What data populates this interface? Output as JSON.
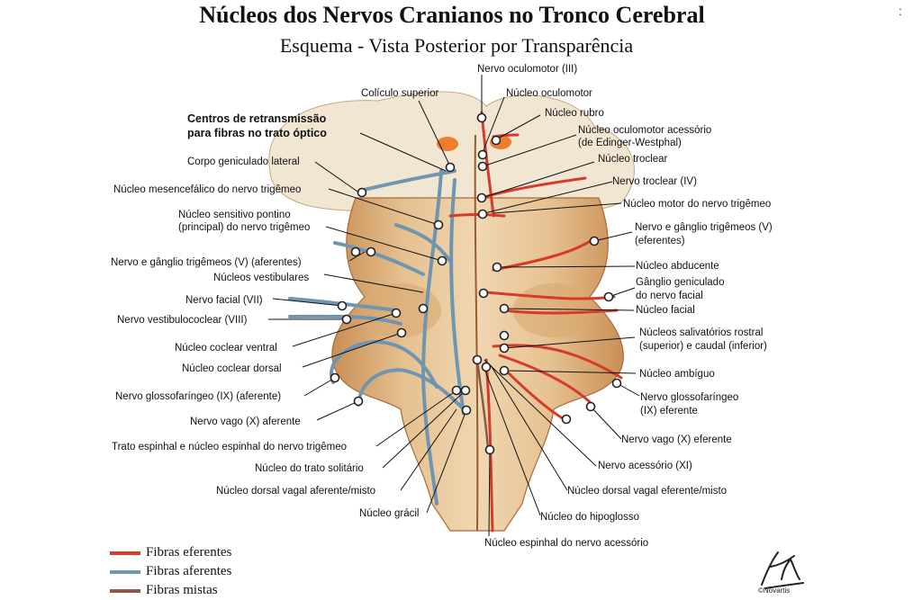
{
  "title": "Núcleos dos Nervos Cranianos no Tronco Cerebral",
  "subtitle": "Esquema - Vista Posterior por Transparência",
  "stray_mark": ":",
  "colors": {
    "efferent": "#d63a2a",
    "afferent": "#6f95b0",
    "mixed": "#8a5a47"
  },
  "labels_left": {
    "coliculo": "Colículo superior",
    "centros_1": "Centros de retransmissão",
    "centros_2": "para fibras no trato óptico",
    "corpo_geniculado": "Corpo geniculado lateral",
    "mesencefalico": "Núcleo mesencefálico do nervo trigêmeo",
    "sensitivo_1": "Núcleo sensitivo pontino",
    "sensitivo_2": "(principal) do nervo trigêmeo",
    "trigemeo_aferente": "Nervo e gânglio trigêmeos (V) (aferentes)",
    "vestibulares": "Núcleos vestibulares",
    "facial": "Nervo facial (VII)",
    "vestibulococlear": "Nervo vestibulococlear (VIII)",
    "coclear_ventral": "Núcleo coclear ventral",
    "coclear_dorsal": "Núcleo coclear dorsal",
    "glosso_aferente": "Nervo glossofaríngeo (IX) (aferente)",
    "vago_aferente": "Nervo vago (X) aferente",
    "trato_espinhal": "Trato espinhal e núcleo espinhal do nervo trigêmeo",
    "trato_solitario": "Núcleo do trato solitário",
    "dorsal_vagal_aferente": "Núcleo dorsal vagal aferente/misto",
    "gracil": "Núcleo grácil"
  },
  "labels_right": {
    "oculomotor_nervo": "Nervo oculomotor (III)",
    "oculomotor_nucleo": "Núcleo oculomotor",
    "rubro": "Núcleo rubro",
    "acessorio_1": "Núcleo oculomotor acessório",
    "acessorio_2": "(de Edinger-Westphal)",
    "troclear_nucleo": "Núcleo troclear",
    "troclear_nervo": "Nervo troclear (IV)",
    "motor_trigemeo": "Núcleo motor do nervo trigêmeo",
    "trigemeo_ef_1": "Nervo e gânglio trigêmeos (V)",
    "trigemeo_ef_2": "(eferentes)",
    "abducente": "Núcleo abducente",
    "ganglio_1": "Gânglio geniculado",
    "ganglio_2": "do nervo facial",
    "nucleo_facial": "Núcleo facial",
    "salivatorios_1": "Núcleos salivatórios rostral",
    "salivatorios_2": "(superior) e caudal (inferior)",
    "ambiguo": "Núcleo ambíguo",
    "glosso_ef_1": "Nervo glossofaríngeo",
    "glosso_ef_2": "(IX) eferente",
    "vago_eferente": "Nervo vago (X) eferente",
    "acessorio_xi": "Nervo acessório (XI)",
    "dorsal_vagal_eferente": "Núcleo dorsal vagal eferente/misto",
    "hipoglosso": "Núcleo do hipoglosso",
    "espinhal_acessorio": "Núcleo espinhal do nervo acessório"
  },
  "legend": [
    {
      "label": "Fibras eferentes",
      "color": "#d63a2a"
    },
    {
      "label": "Fibras aferentes",
      "color": "#6f95b0"
    },
    {
      "label": "Fibras mistas",
      "color": "#8a5a47"
    }
  ],
  "credit": "©Novartis"
}
